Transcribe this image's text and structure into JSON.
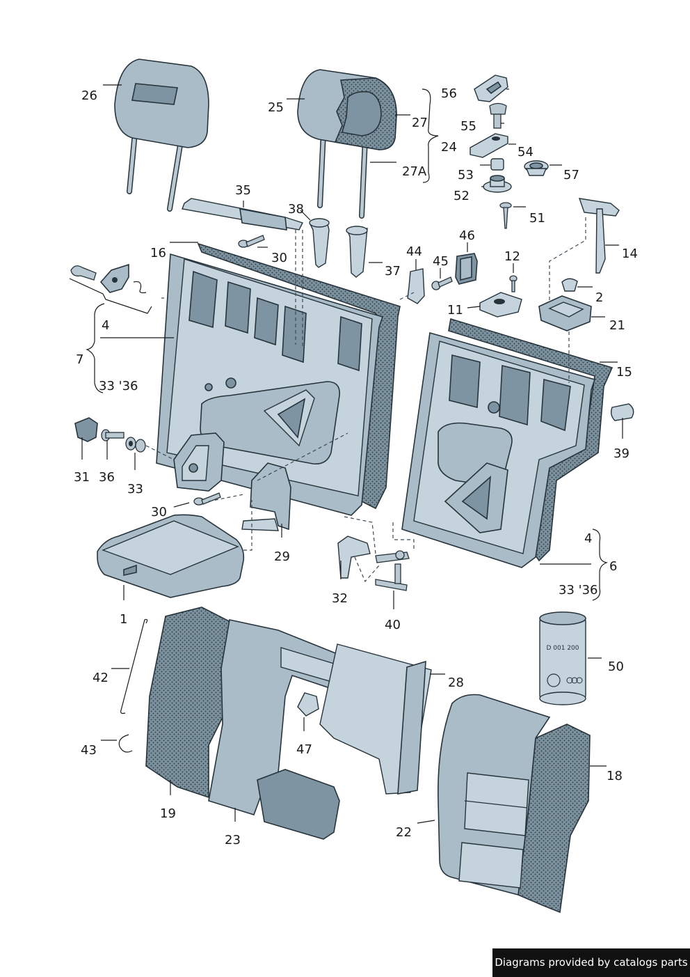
{
  "credit": "Diagrams provided by catalogs parts",
  "filter_text": "D 001 200",
  "labels": {
    "l1": "1",
    "l2": "2",
    "l4a": "4",
    "l4b": "4",
    "l6": "6",
    "l7": "7",
    "l11": "11",
    "l12": "12",
    "l14": "14",
    "l15": "15",
    "l16": "16",
    "l18": "18",
    "l19": "19",
    "l21": "21",
    "l22": "22",
    "l23": "23",
    "l24": "24",
    "l25": "25",
    "l26": "26",
    "l27": "27",
    "l27a": "27A",
    "l28": "28",
    "l29": "29",
    "l30a": "30",
    "l30b": "30",
    "l31": "31",
    "l32": "32",
    "l33": "33",
    "l3336a": "33 '36",
    "l3336b": "33 '36",
    "l35": "35",
    "l36": "36",
    "l37": "37",
    "l38": "38",
    "l39": "39",
    "l40": "40",
    "l42": "42",
    "l43": "43",
    "l44": "44",
    "l45": "45",
    "l46": "46",
    "l47": "47",
    "l50": "50",
    "l51": "51",
    "l52": "52",
    "l53": "53",
    "l54": "54",
    "l55": "55",
    "l56": "56",
    "l57": "57"
  }
}
